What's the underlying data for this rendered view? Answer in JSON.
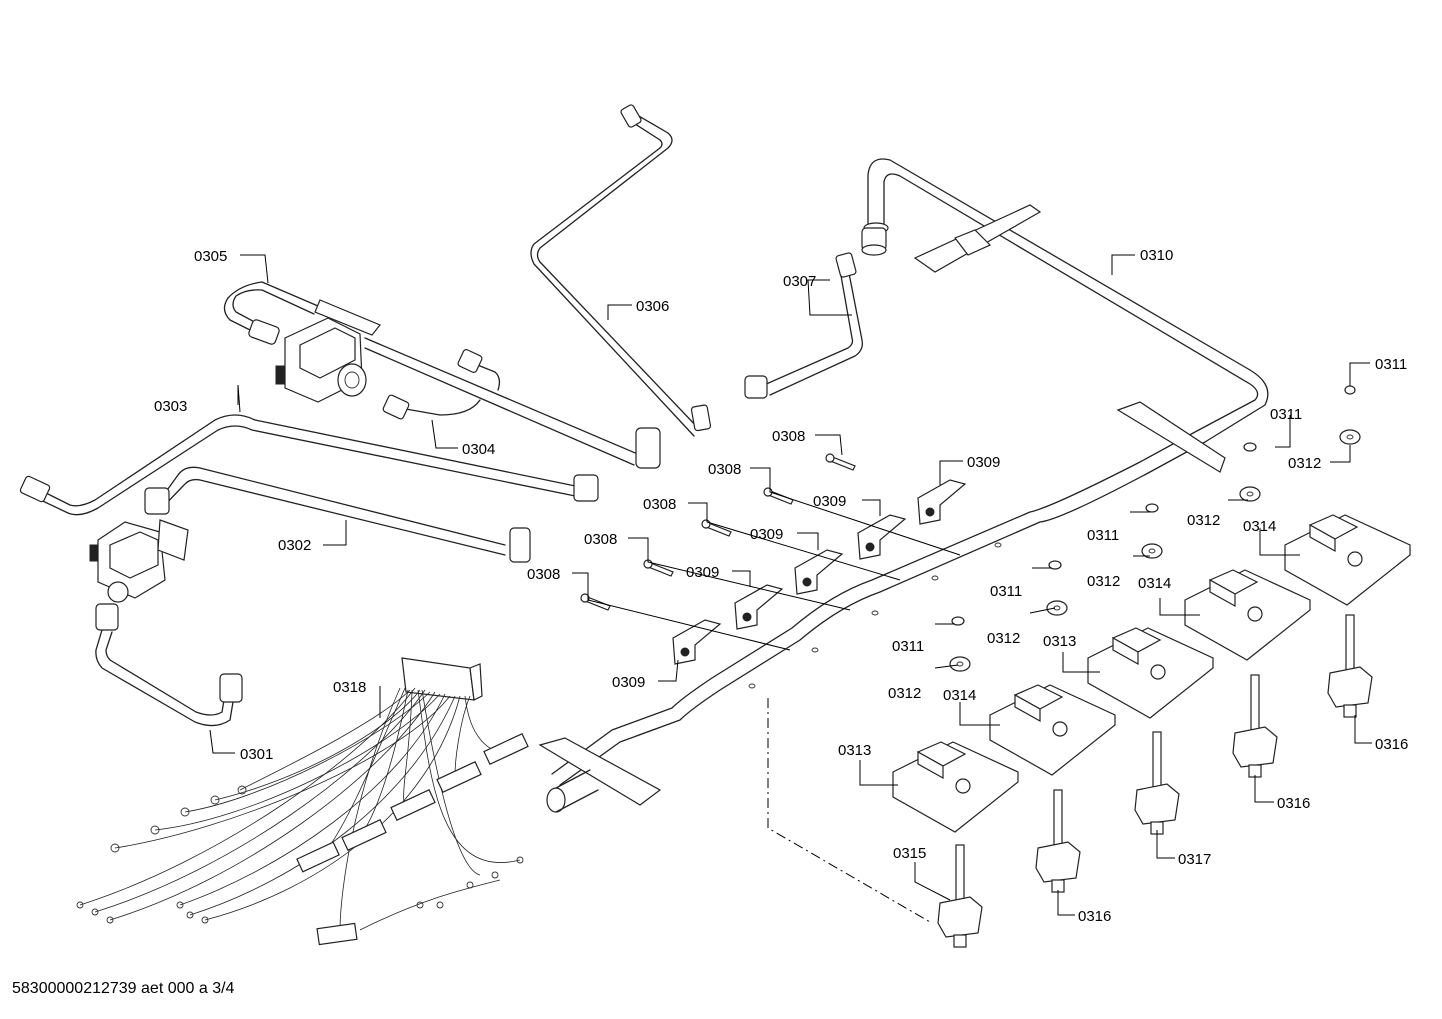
{
  "footer": "58300000212739 aet 000 a 3/4",
  "labels": {
    "l0301": "0301",
    "l0302": "0302",
    "l0303": "0303",
    "l0304": "0304",
    "l0305": "0305",
    "l0306": "0306",
    "l0307": "0307",
    "l0308a": "0308",
    "l0308b": "0308",
    "l0308c": "0308",
    "l0308d": "0308",
    "l0308e": "0308",
    "l0309a": "0309",
    "l0309b": "0309",
    "l0309c": "0309",
    "l0309d": "0309",
    "l0309e": "0309",
    "l0310": "0310",
    "l0311a": "0311",
    "l0311b": "0311",
    "l0311c": "0311",
    "l0311d": "0311",
    "l0311e": "0311",
    "l0312a": "0312",
    "l0312b": "0312",
    "l0312c": "0312",
    "l0312d": "0312",
    "l0312e": "0312",
    "l0313a": "0313",
    "l0313b": "0313",
    "l0314a": "0314",
    "l0314b": "0314",
    "l0314c": "0314",
    "l0315": "0315",
    "l0316a": "0316",
    "l0316b": "0316",
    "l0316c": "0316",
    "l0317": "0317",
    "l0318": "0318"
  }
}
